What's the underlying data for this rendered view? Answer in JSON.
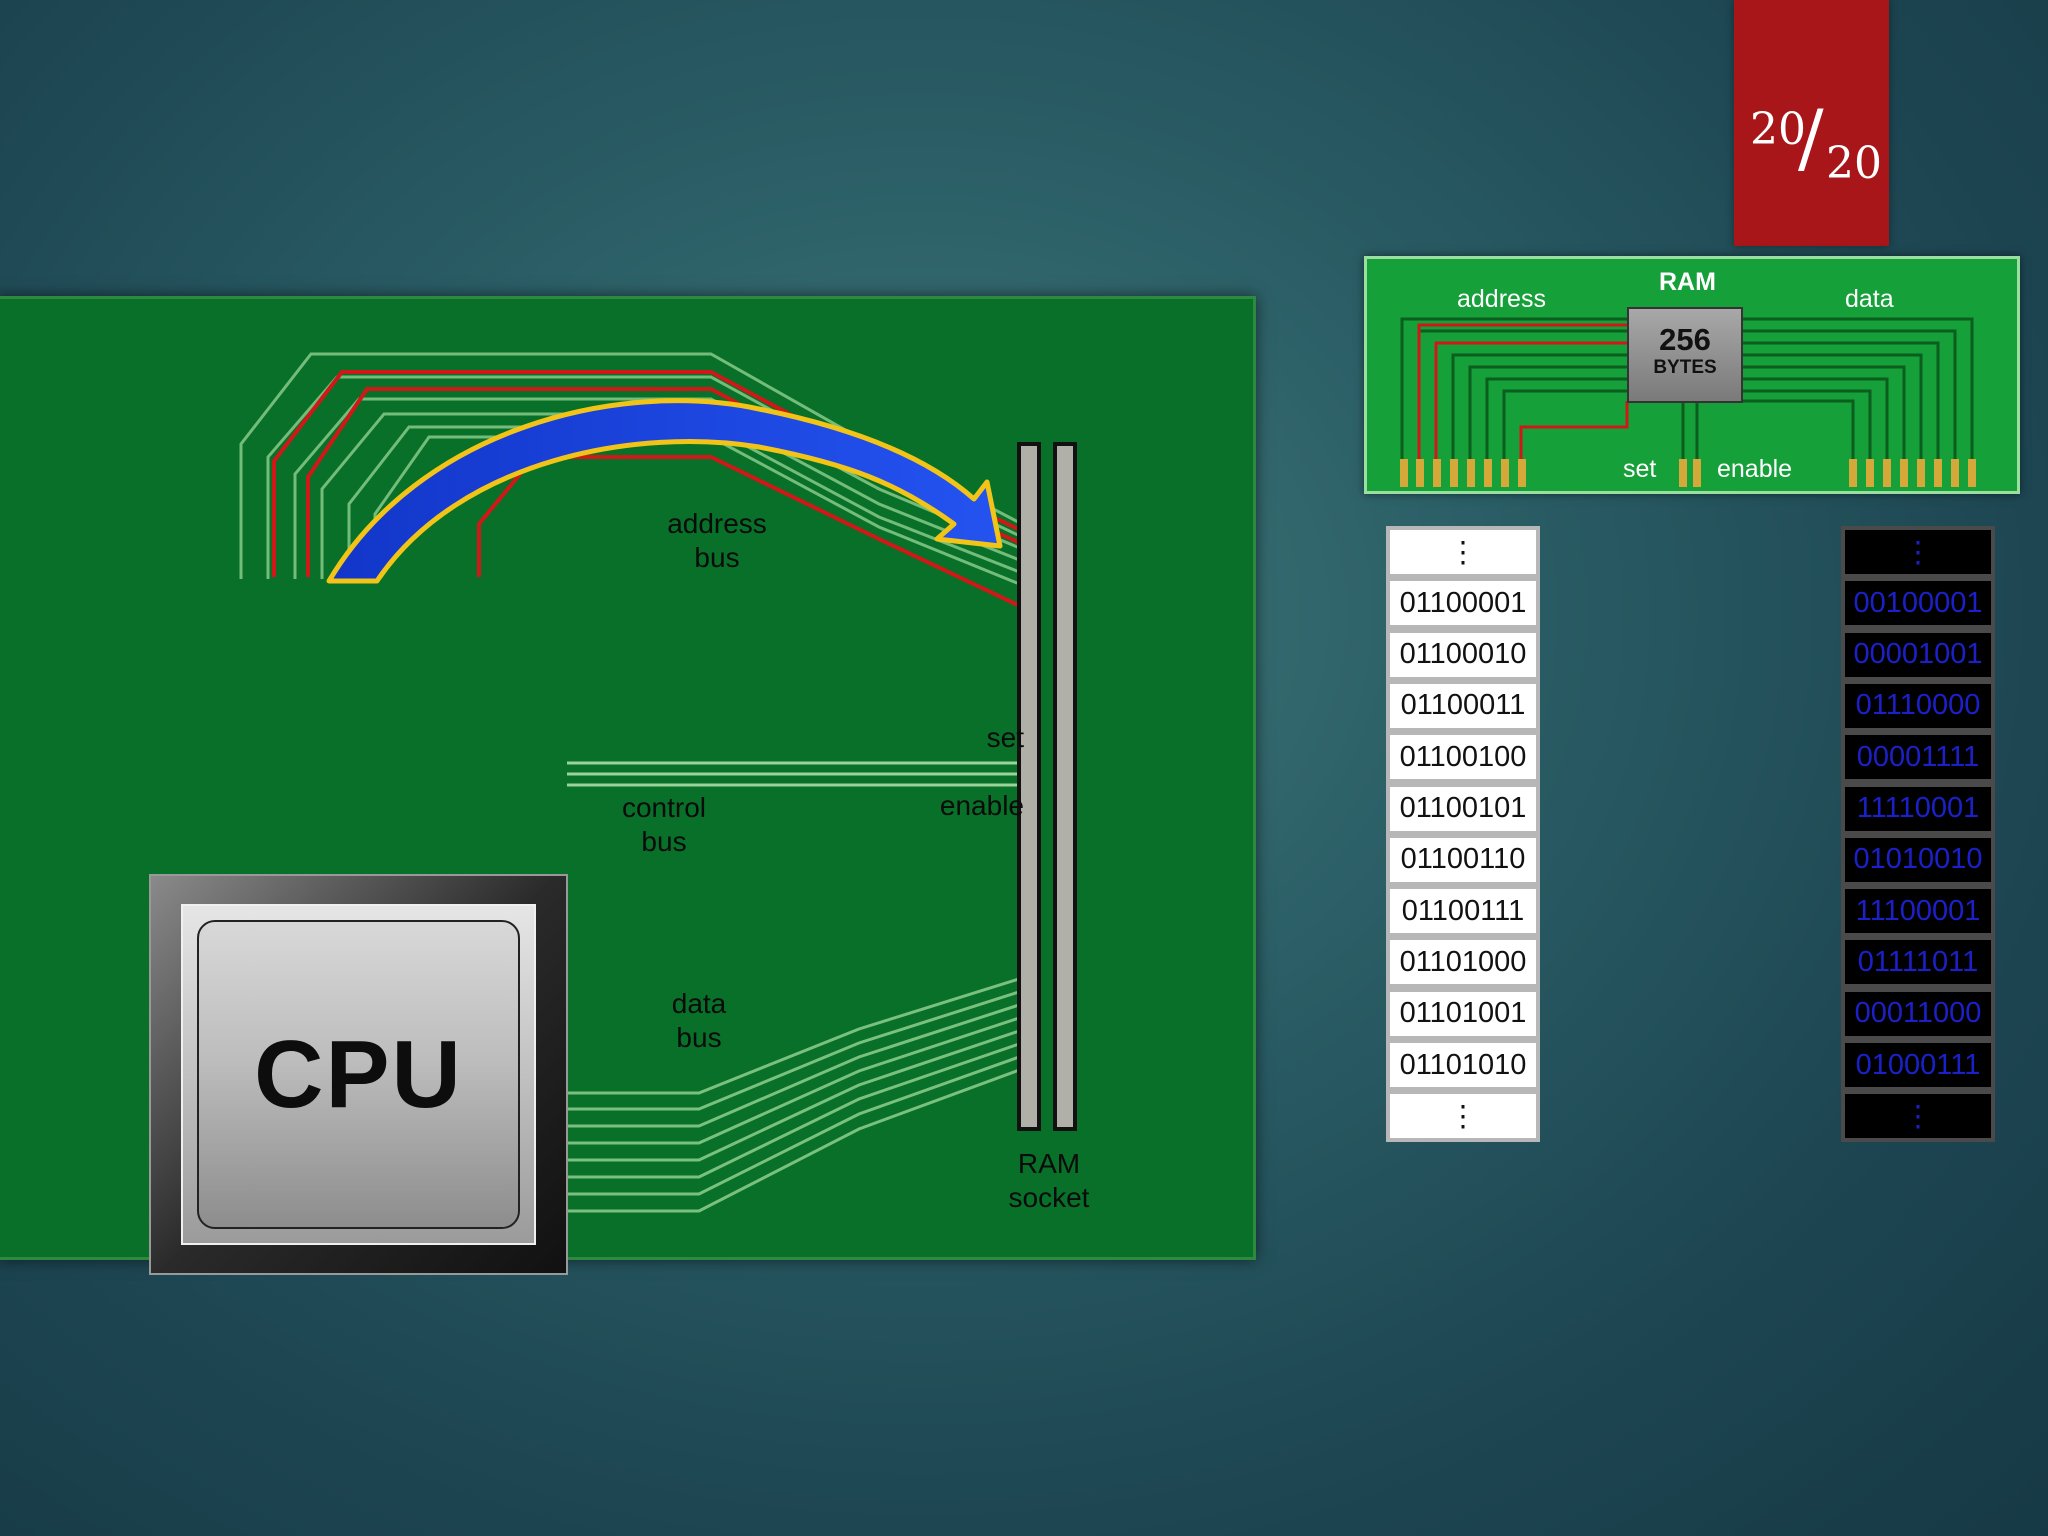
{
  "page_counter": {
    "current": "20",
    "total": "20"
  },
  "cpu": {
    "label": "CPU"
  },
  "bus_labels": {
    "address": [
      "address",
      "bus"
    ],
    "control": [
      "control",
      "bus"
    ],
    "data": [
      "data",
      "bus"
    ],
    "set": "set",
    "enable": "enable",
    "ram_socket": [
      "RAM",
      "socket"
    ]
  },
  "ram_module": {
    "title": "RAM",
    "address": "address",
    "data": "data",
    "chip_size": "256",
    "chip_unit": "BYTES",
    "set": "set",
    "enable": "enable"
  },
  "memory": {
    "addresses": [
      "⋮",
      "01100001",
      "01100010",
      "01100011",
      "01100100",
      "01100101",
      "01100110",
      "01100111",
      "01101000",
      "01101001",
      "01101010",
      "⋮"
    ],
    "values": [
      "⋮",
      "00100001",
      "00001001",
      "01110000",
      "00001111",
      "11110001",
      "01010010",
      "11100001",
      "01111011",
      "00011000",
      "01000111",
      "⋮"
    ]
  },
  "colors": {
    "board": "#087028",
    "address_trace": "#d01818",
    "arrow": "#1a3fd6",
    "arrow_outline": "#f2c418",
    "counter_bg": "#a8161a",
    "data_text": "#1b20c8"
  }
}
